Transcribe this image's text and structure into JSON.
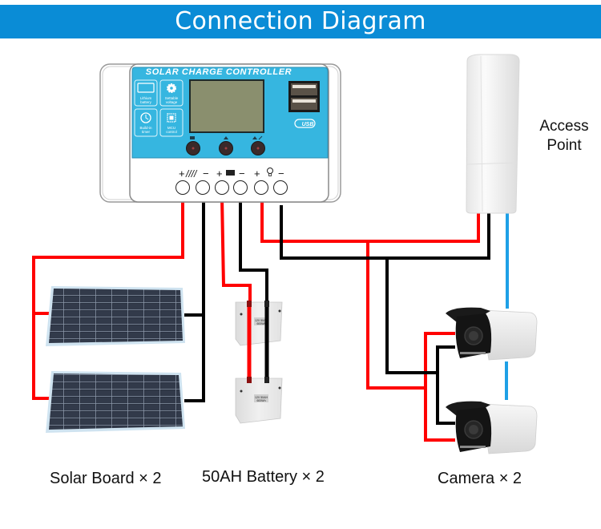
{
  "header": {
    "title": "Connection Diagram"
  },
  "controller": {
    "brand_text": "SOLAR CHARGE CONTROLLER",
    "features": [
      {
        "icon": "battery-icon",
        "label_line1": "Lithium",
        "label_line2": "battery"
      },
      {
        "icon": "gear-icon",
        "label_line1": "Settable",
        "label_line2": "voltage"
      },
      {
        "icon": "clock-icon",
        "label_line1": "Build-in",
        "label_line2": "timer"
      },
      {
        "icon": "chip-icon",
        "label_line1": "MCU",
        "label_line2": "control"
      }
    ],
    "usb_label": "USB",
    "terminal_groups": [
      {
        "name": "solar",
        "plus": "+",
        "symbol": "////",
        "minus": "−"
      },
      {
        "name": "battery",
        "plus": "+",
        "symbol": "battery",
        "minus": "−"
      },
      {
        "name": "load",
        "plus": "+",
        "symbol": "bulb",
        "minus": "−"
      }
    ]
  },
  "access_point": {
    "label_line1": "Access",
    "label_line2": "Point"
  },
  "components": {
    "solar_label": "Solar Board × 2",
    "battery_label": "50AH Battery × 2",
    "camera_label": "Camera × 2",
    "battery_tag_line1": "12V 50AH",
    "battery_tag_line2": "600Wh"
  },
  "colors": {
    "header_blue": "#0a8cd6",
    "controller_blue": "#36b6e0",
    "positive_wire": "#ff0000",
    "negative_wire": "#000000",
    "network_cable": "#1ea0e6"
  }
}
